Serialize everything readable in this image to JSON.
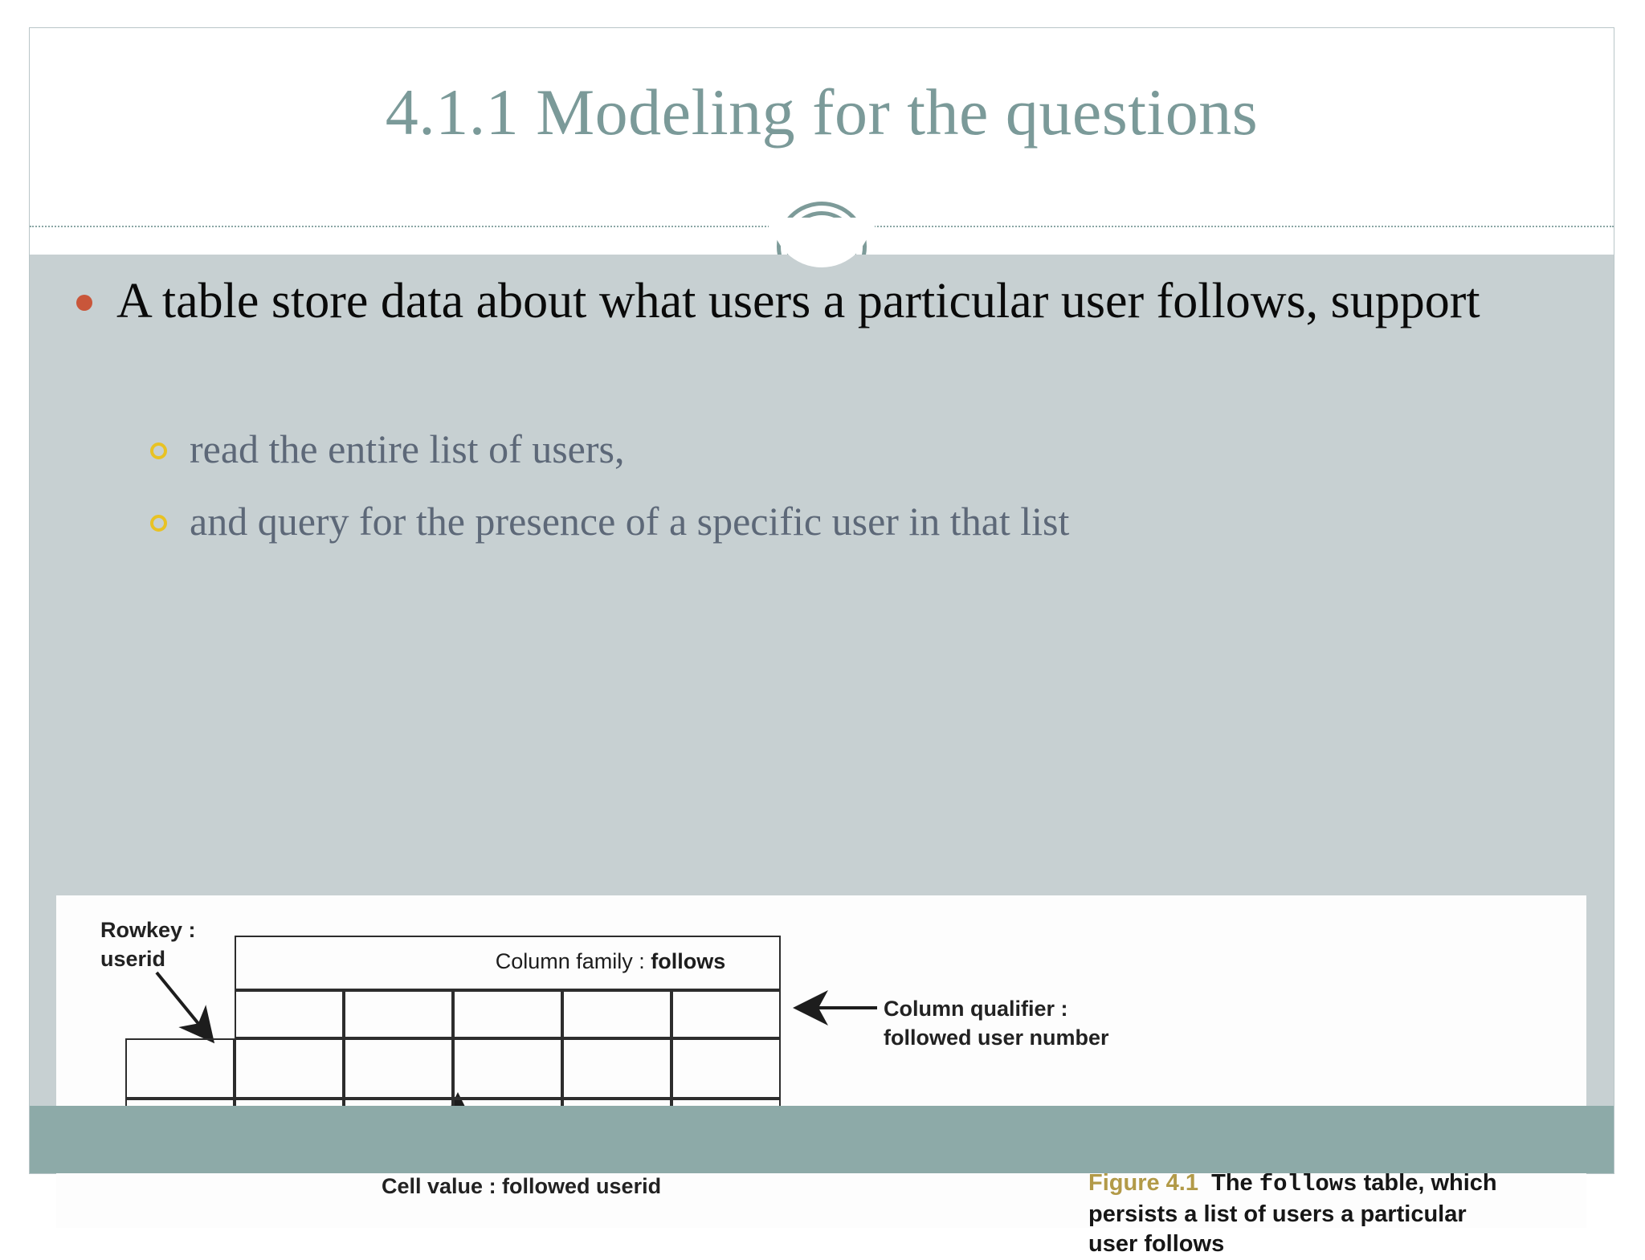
{
  "slide": {
    "title": "4.1.1 Modeling for the questions",
    "title_color": "#7b9a99",
    "body_bg": "#c7d0d2",
    "footer_bg": "#8daaa8",
    "bullet_color": "#c9563a",
    "subbullet_color": "#e8c224",
    "subbullet_text_color": "#5d6878"
  },
  "bullets": {
    "level1": "A table store data about what users a particular user follows, support",
    "level2": [
      "read the entire list of users,",
      "and query for the presence of a specific user in that list"
    ]
  },
  "figure": {
    "rowkey_label": "Rowkey :\nuserid",
    "column_family_prefix": "Column family :",
    "column_family_name": "follows",
    "column_qualifier_label": "Column qualifier :\nfollowed user number",
    "cell_value_label": "Cell value : followed userid",
    "caption_figno": "Figure 4.1",
    "caption_part1": "The",
    "caption_mono": "follows",
    "caption_part2": "table, which persists a list of users a particular user follows",
    "caption_figno_color": "#b29a48",
    "table": {
      "qualifier_columns": 5,
      "data_rows": 2,
      "has_rowkey_column": true
    }
  }
}
